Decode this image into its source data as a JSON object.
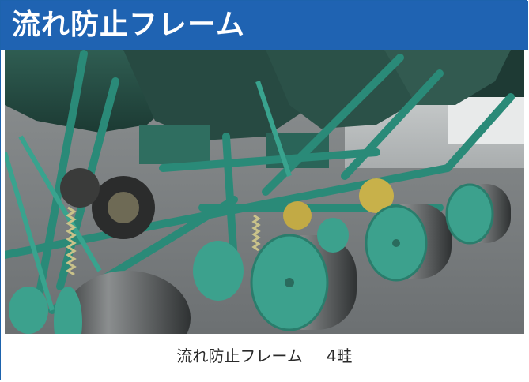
{
  "header": {
    "title": "流れ防止フレーム"
  },
  "photo": {
    "subject": "",
    "frame_color": "#2a8a78",
    "roller_color": "#3ca18d"
  },
  "caption": {
    "text": "流れ防止フレーム",
    "rows": "4畦"
  }
}
